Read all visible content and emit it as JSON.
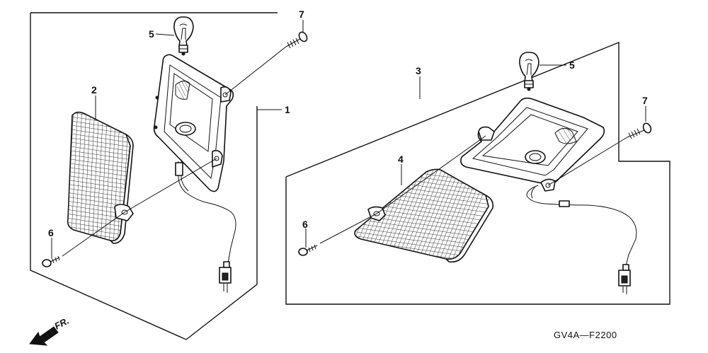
{
  "callouts": {
    "c1": "1",
    "c2": "2",
    "c3": "3",
    "c4": "4",
    "c5a": "5",
    "c5b": "5",
    "c6a": "6",
    "c6b": "6",
    "c7a": "7",
    "c7b": "7"
  },
  "direction_label": "FR.",
  "diagram_code": "GV4A—F2200"
}
